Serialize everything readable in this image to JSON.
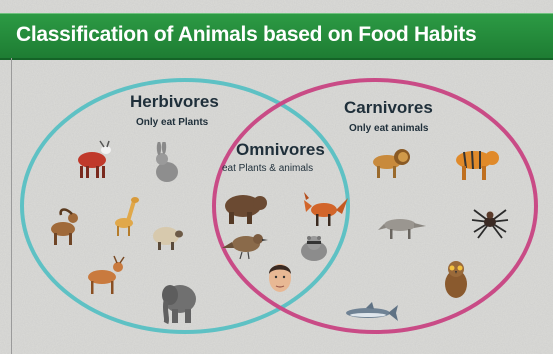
{
  "title": "Classification of Animals based on Food Habits",
  "sets": {
    "herbivores": {
      "label": "Herbivores",
      "description": "Only eat Plants",
      "ring_color": "#5ec1c4",
      "animals": [
        "goat-icon",
        "rabbit-icon",
        "ibex-icon",
        "giraffe-icon",
        "sheep-icon",
        "deer-icon",
        "elephant-icon"
      ]
    },
    "carnivores": {
      "label": "Carnivores",
      "description": "Only eat animals",
      "ring_color": "#c94b86",
      "animals": [
        "lion-icon",
        "tiger-icon",
        "wolf-icon",
        "spider-icon",
        "owl-icon",
        "shark-icon"
      ]
    },
    "omnivores": {
      "label": "Omnivores",
      "description": "eat Plants & animals",
      "animals": [
        "bear-icon",
        "fox-icon",
        "sparrow-icon",
        "raccoon-icon",
        "human-face-icon"
      ]
    }
  },
  "colors": {
    "title_bar": "#1e7d33",
    "title_text": "#ffffff",
    "background": "#d9d9d6",
    "label_text": "#1f2f3a"
  }
}
